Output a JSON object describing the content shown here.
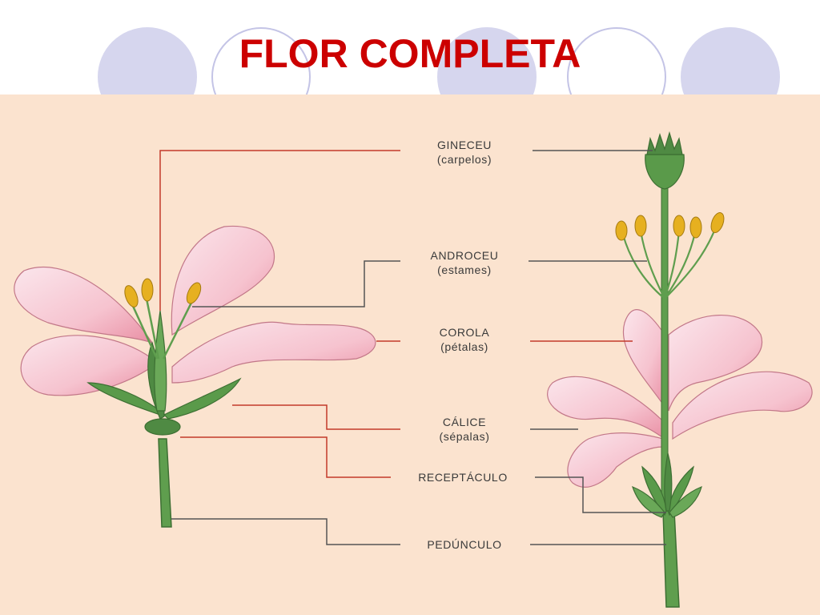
{
  "title": "FLOR COMPLETA",
  "colors": {
    "title": "#cc0000",
    "background": "#fbe3cf",
    "petal": "#f4b9c6",
    "leaf": "#4f8a43",
    "anther": "#e6b020",
    "leader_red": "#c33a2a",
    "leader_gray": "#555555"
  },
  "labels": {
    "gineceu": "GINECEU",
    "gineceu_sub": "(carpelos)",
    "androceu": "ANDROCEU",
    "androceu_sub": "(estames)",
    "corola": "COROLA",
    "corola_sub": "(pétalas)",
    "calice": "CÁLICE",
    "calice_sub": "(sépalas)",
    "receptaculo": "RECEPTÁCULO",
    "pedunculo": "PEDÚNCULO"
  }
}
